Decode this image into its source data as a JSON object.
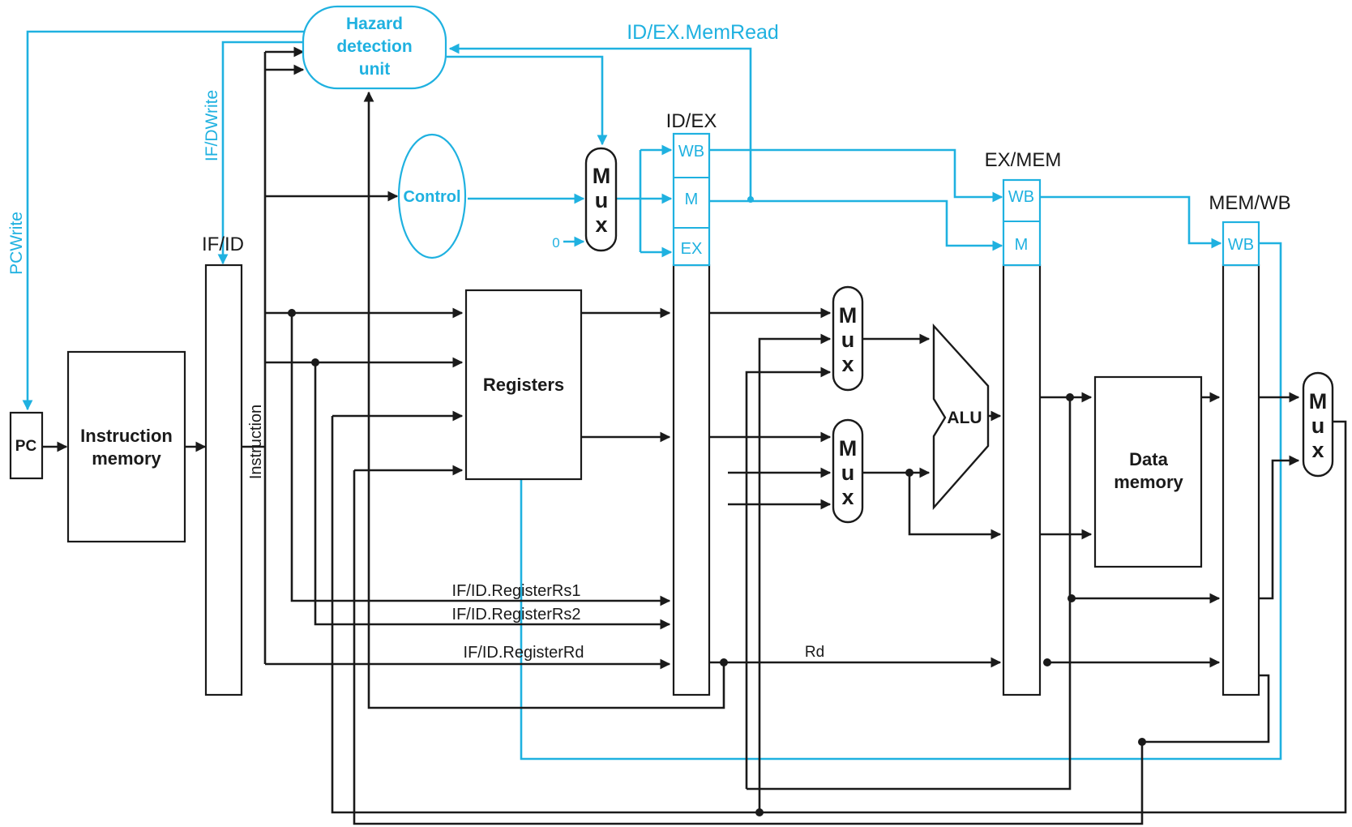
{
  "labels": {
    "hazard_unit": [
      "Hazard",
      "detection",
      "unit"
    ],
    "control": "Control",
    "pc": "PC",
    "instruction_memory": [
      "Instruction",
      "memory"
    ],
    "registers": "Registers",
    "data_memory": [
      "Data",
      "memory"
    ],
    "alu": "ALU",
    "mux_letters": [
      "M",
      "u",
      "x"
    ],
    "zero_input": "0",
    "instruction_bus": "Instruction",
    "pcwrite": "PCWrite",
    "ifdwrite": "IF/DWrite",
    "id_ex_memread": "ID/EX.MemRead",
    "rd": "Rd",
    "rs1": "IF/ID.RegisterRs1",
    "rs2": "IF/ID.RegisterRs2",
    "rd_full": "IF/ID.RegisterRd"
  },
  "pipeline_registers": {
    "if_id": "IF/ID",
    "id_ex": "ID/EX",
    "ex_mem": "EX/MEM",
    "mem_wb": "MEM/WB"
  },
  "control_fields": {
    "wb": "WB",
    "m": "M",
    "ex": "EX"
  },
  "colors": {
    "control_path": "#1fb1e0",
    "data_path": "#1a1a1a"
  }
}
